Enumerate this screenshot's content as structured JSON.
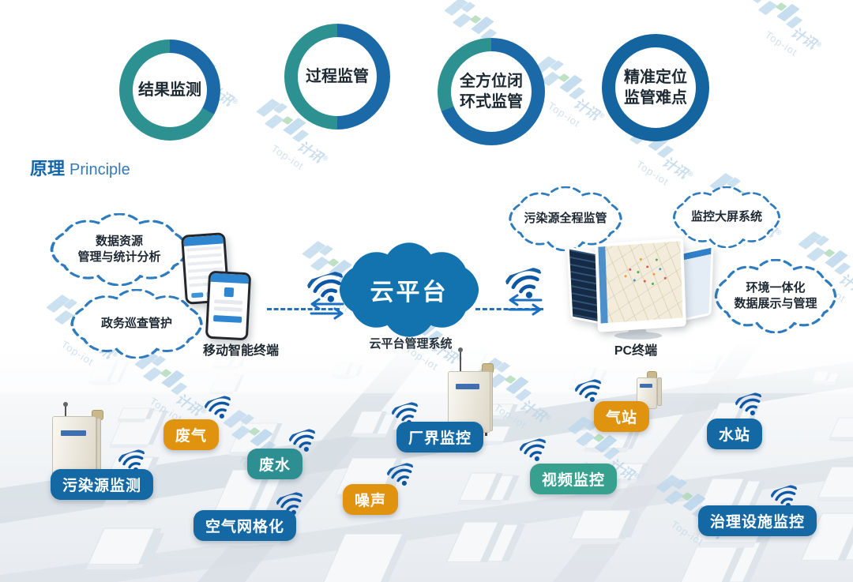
{
  "watermark": {
    "logo_text": "计讯",
    "reg_mark": "®",
    "brand_text": "Top-iot"
  },
  "rings": [
    {
      "label": "结果监测"
    },
    {
      "label": "过程监管"
    },
    {
      "label": "全方位闭\n环式监管"
    },
    {
      "label": "精准定位\n监管难点"
    }
  ],
  "heading": {
    "cn": "原理",
    "en": "Principle"
  },
  "platform": {
    "cloud_label": "云平台",
    "cloud_system_label": "云平台管理系统",
    "mobile_terminal_label": "移动智能终端",
    "pc_terminal_label": "PC终端",
    "left_bubbles": [
      {
        "label": "数据资源\n管理与统计分析"
      },
      {
        "label": "政务巡查管护"
      }
    ],
    "right_bubbles": [
      {
        "label": "污染源全程监管"
      },
      {
        "label": "监控大屏系统"
      },
      {
        "label": "环境一体化\n数据展示与管理"
      }
    ]
  },
  "nodes": [
    {
      "label": "污染源监测",
      "color": "#1468a3"
    },
    {
      "label": "废气",
      "color": "#e0930f"
    },
    {
      "label": "废水",
      "color": "#2e8f93"
    },
    {
      "label": "噪声",
      "color": "#e0930f"
    },
    {
      "label": "空气网格化",
      "color": "#1468a3"
    },
    {
      "label": "厂界监控",
      "color": "#1468a3"
    },
    {
      "label": "视频监控",
      "color": "#38a08e"
    },
    {
      "label": "气站",
      "color": "#e0930f"
    },
    {
      "label": "水站",
      "color": "#1468a3"
    },
    {
      "label": "治理设施监控",
      "color": "#1468a3"
    }
  ],
  "colors": {
    "ring_blue": "#1b6aa7",
    "ring_teal": "#2e9191",
    "cloud_blue": "#1273ae",
    "bubble_stroke": "#2e7cbd",
    "dashed_line": "#2470b8",
    "wifi_blue": "#0c56a4"
  }
}
